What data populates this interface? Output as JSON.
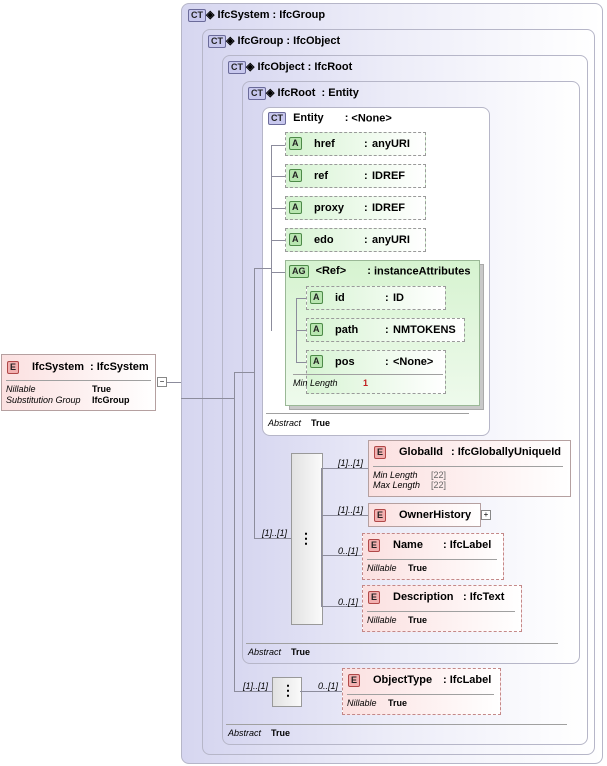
{
  "root_element": {
    "tag": "E",
    "name": "IfcSystem",
    "type": "IfcSystem",
    "props": [
      {
        "k": "Nillable",
        "v": "True"
      },
      {
        "k": "Substitution Group",
        "v": "IfcGroup"
      }
    ]
  },
  "types": {
    "ifcsystem": {
      "tag": "CT",
      "name": "IfcSystem",
      "base": "IfcGroup"
    },
    "ifcgroup": {
      "tag": "CT",
      "name": "IfcGroup",
      "base": "IfcObject"
    },
    "ifcobject": {
      "tag": "CT",
      "name": "IfcObject",
      "base": "IfcRoot"
    },
    "ifcroot": {
      "tag": "CT",
      "name": "IfcRoot",
      "base": "Entity"
    },
    "entity": {
      "tag": "CT",
      "name": "Entity",
      "base": "<None>"
    }
  },
  "entity_attributes": [
    {
      "tag": "A",
      "name": "href",
      "type": "anyURI"
    },
    {
      "tag": "A",
      "name": "ref",
      "type": "IDREF"
    },
    {
      "tag": "A",
      "name": "proxy",
      "type": "IDREF"
    },
    {
      "tag": "A",
      "name": "edo",
      "type": "anyURI"
    }
  ],
  "attr_group": {
    "tag": "AG",
    "name": "<Ref>",
    "type": "instanceAttributes",
    "attributes": [
      {
        "tag": "A",
        "name": "id",
        "type": "ID"
      },
      {
        "tag": "A",
        "name": "path",
        "type": "NMTOKENS"
      },
      {
        "tag": "A",
        "name": "pos",
        "type": "<None>",
        "facet_label": "Min Length",
        "facet_value": "1"
      }
    ]
  },
  "abstract_label": "Abstract",
  "abstract_value": "True",
  "root_sequence": {
    "cardinality": "[1]..[1]",
    "elements": [
      {
        "tag": "E",
        "name": "GlobalId",
        "type": "IfcGloballyUniqueId",
        "card": "[1]..[1]",
        "facets": [
          {
            "k": "Min Length",
            "v": "[22]"
          },
          {
            "k": "Max Length",
            "v": "[22]"
          }
        ]
      },
      {
        "tag": "E",
        "name": "OwnerHistory",
        "card": "[1]..[1]"
      },
      {
        "tag": "E",
        "name": "Name",
        "type": "IfcLabel",
        "card": "0..[1]",
        "facets": [
          {
            "k": "Nillable",
            "v": "True"
          }
        ]
      },
      {
        "tag": "E",
        "name": "Description",
        "type": "IfcText",
        "card": "0..[1]",
        "facets": [
          {
            "k": "Nillable",
            "v": "True"
          }
        ]
      }
    ]
  },
  "object_sequence": {
    "cardinality": "[1]..[1]",
    "elements": [
      {
        "tag": "E",
        "name": "ObjectType",
        "type": "IfcLabel",
        "card": "0..[1]",
        "facets": [
          {
            "k": "Nillable",
            "v": "True"
          }
        ]
      }
    ]
  },
  "colors": {
    "ct_border": "#b6b6c8",
    "attr_fill": "#d8f4d4",
    "elem_fill": "#fbe0e0",
    "ag_fill": "#e4f6e0"
  }
}
